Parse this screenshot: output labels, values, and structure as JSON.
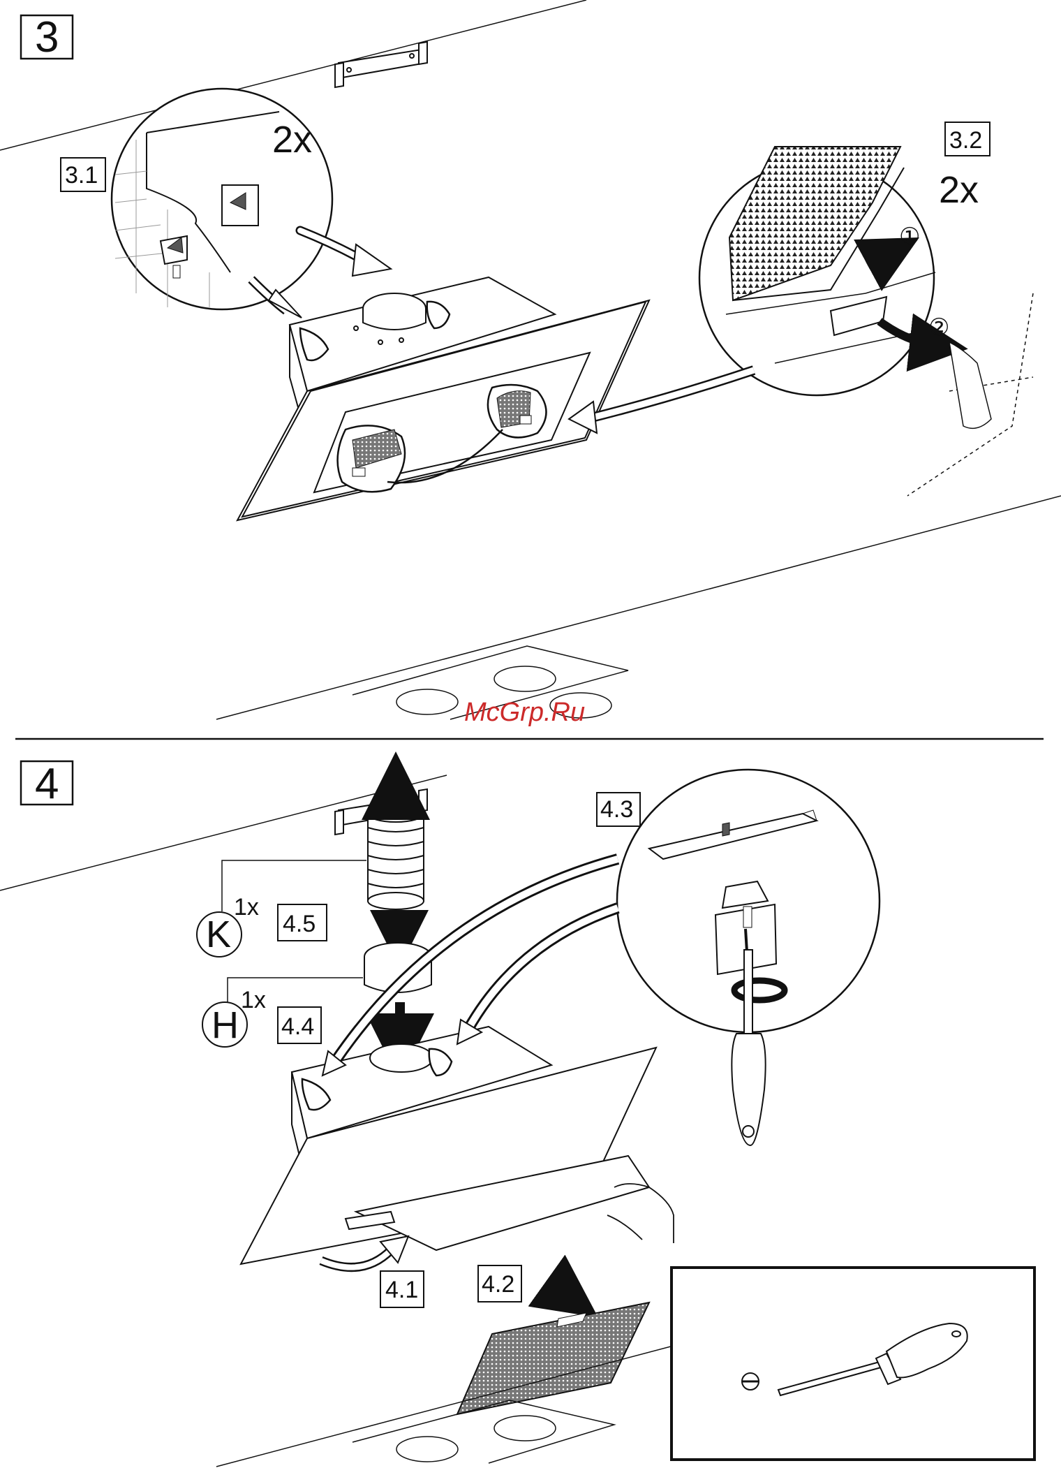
{
  "step3": {
    "number": "3",
    "sub1": "3.1",
    "sub2": "3.2",
    "count1": "2x",
    "count2": "2x",
    "circle1": "①",
    "circle2": "②"
  },
  "watermark": "McGrp.Ru",
  "step4": {
    "number": "4",
    "sub1": "4.1",
    "sub2": "4.2",
    "sub3": "4.3",
    "sub4": "4.4",
    "sub5": "4.5",
    "partK": "K",
    "partKqty": "1x",
    "partH": "H",
    "partHqty": "1x"
  },
  "colors": {
    "line": "#111111",
    "watermark": "#cc2a2a",
    "filter": "#555555"
  }
}
